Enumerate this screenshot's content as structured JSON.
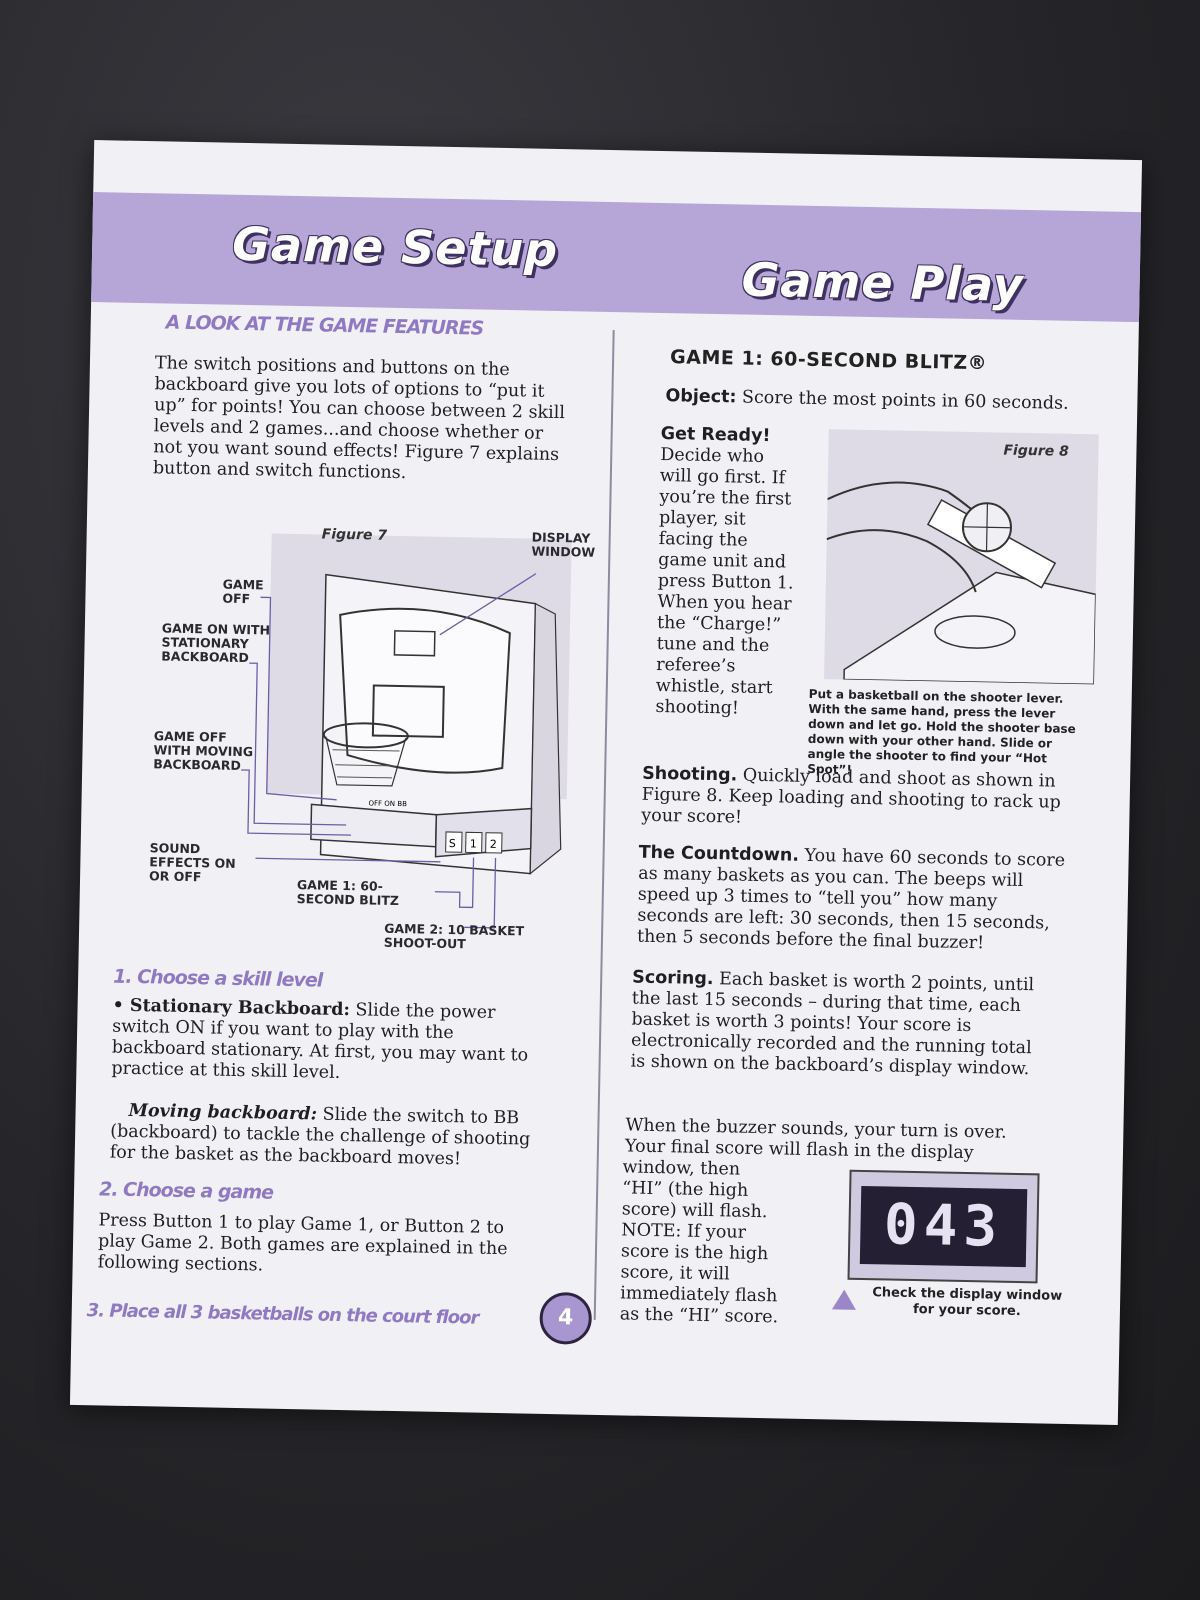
{
  "banner": {
    "left_title": "Game Setup",
    "right_title": "Game Play"
  },
  "left": {
    "features_head": "A LOOK AT THE GAME FEATURES",
    "intro": "The switch positions and buttons on the backboard give you lots of options to “put it up” for points! You can choose between 2 skill levels and 2 games...and choose whether or not you want sound effects! Figure 7 explains button and switch functions.",
    "figure7": {
      "title": "Figure 7",
      "labels": {
        "display_window": "DISPLAY WINDOW",
        "game_off": "GAME OFF",
        "game_on_stationary": "GAME ON WITH STATIONARY BACKBOARD",
        "game_off_moving": "GAME OFF WITH MOVING BACKBOARD",
        "sound_effects": "SOUND EFFECTS ON OR OFF",
        "game1": "GAME 1: 60-SECOND BLITZ",
        "game2": "GAME 2: 10 BASKET SHOOT-OUT",
        "switch_text": "OFF ON BB",
        "button_s": "S",
        "button_1": "1",
        "button_2": "2"
      }
    },
    "skill_head": "1. Choose a skill level",
    "stationary_label": "• Stationary Backboard:",
    "stationary_text": " Slide the power switch ON if you want to play with the backboard stationary. At first, you may want to practice at this skill level.",
    "moving_label": "Moving backboard:",
    "moving_text": " Slide the switch to BB (backboard) to tackle the challenge of shooting for the basket as the backboard moves!",
    "game_head": "2. Choose a game",
    "game_text": "Press Button 1 to play Game 1, or Button 2 to play Game 2. Both games are explained in the following sections.",
    "place_head": "3. Place all 3 basketballs on the court floor",
    "page_number": "4"
  },
  "right": {
    "game1_title": "GAME 1: 60-SECOND BLITZ®",
    "object_label": "Object:",
    "object_text": " Score the most points in 60 seconds.",
    "get_ready_label": "Get Ready!",
    "get_ready_text": "Decide who will go first. If you’re the first player, sit facing the game unit and press Button 1. When you hear the “Charge!” tune and the referee’s whistle, start shooting!",
    "figure8_title": "Figure 8",
    "figure8_caption": "Put a basketball on the shooter lever. With the same hand, press the lever down and let go. Hold the shooter base down with your other hand. Slide or angle the shooter to find your “Hot Spot”!",
    "shooting_label": "Shooting.",
    "shooting_text": " Quickly load and shoot as shown in Figure 8. Keep loading and shooting to rack up your score!",
    "countdown_label": "The Countdown.",
    "countdown_text": " You have 60 seconds to score as many baskets as you can. The beeps will speed up 3 times to “tell you” how many seconds are left: 30 seconds, then 15 seconds, then 5 seconds before the final buzzer!",
    "scoring_label": "Scoring.",
    "scoring_text": " Each basket is worth 2 points, until the last 15 seconds – during that time, each basket is worth 3 points! Your score is electronically recorded and the running total is shown on the backboard’s display window.",
    "buzzer_text": "When the buzzer sounds, your turn is over. Your final score will flash in the display",
    "buzzer_text2": "window, then “HI” (the high score) will flash. NOTE: If your score is the high score, it will immediately flash as the “HI” score.",
    "display_value": "043",
    "display_caption": "Check the display window for your score."
  },
  "colors": {
    "accent_purple": "#b6a6d7",
    "heading_purple": "#8f79c4",
    "paper": "#f1f0f4"
  }
}
